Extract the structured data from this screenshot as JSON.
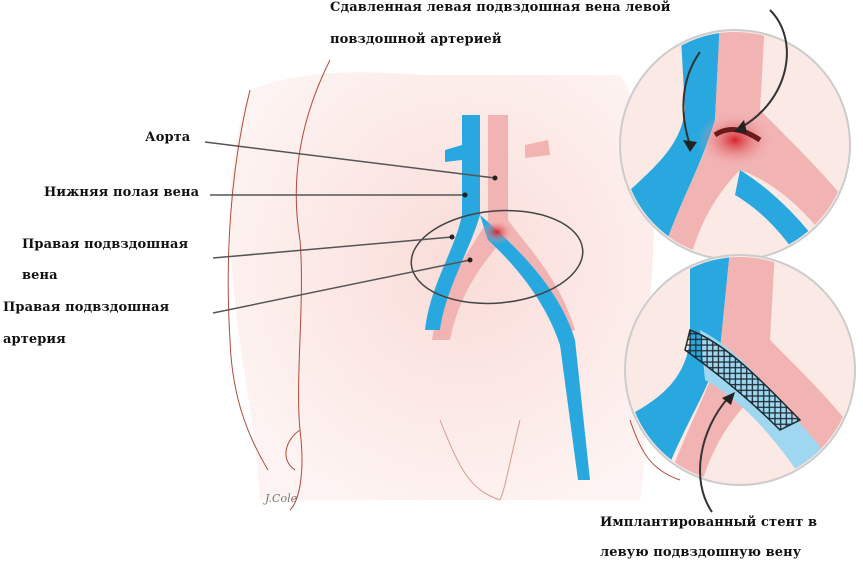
{
  "labels": {
    "compressed_vein_line1": "Сдавленная левая подвздошная вена левой",
    "compressed_vein_line2": "повздошной артерией",
    "aorta": "Аорта",
    "ivc": "Нижняя полая вена",
    "right_iliac_vein_line1": "Правая подвздошная",
    "right_iliac_vein_line2": "вена",
    "right_iliac_artery_line1": "Правая подвздошная",
    "right_iliac_artery_line2": "артерия",
    "stent_line1": "Имплантированный стент в",
    "stent_line2": "левую подвздошную вену"
  },
  "signature": "J.Cole",
  "colors": {
    "vein": "#29a8e0",
    "artery": "#f2b3b3",
    "compression": "#c8242a",
    "skin": "#f7dcd8",
    "outline": "#b24a3c"
  }
}
